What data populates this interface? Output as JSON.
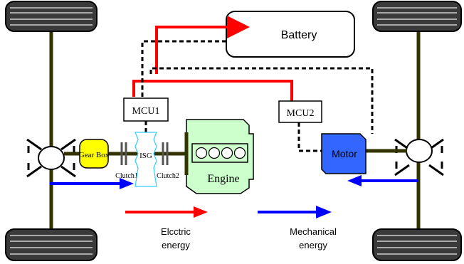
{
  "components": {
    "battery": "Battery",
    "mcu1": "MCU1",
    "mcu2": "MCU2",
    "gear_box": "Gear Box",
    "isg": "ISG",
    "clutch1": "Clutch1",
    "clutch2": "Clutch2",
    "engine": "Engine",
    "motor": "Motor"
  },
  "legend": {
    "electric": {
      "line1": "Elcctric",
      "line2": "energy",
      "color": "#ff0000"
    },
    "mechanical": {
      "line1": "Mechanical",
      "line2": "energy",
      "color": "#0000ff"
    }
  },
  "colors": {
    "electric_path": "#ff0000",
    "mechanical_flow": "#0000ff",
    "signal_path": "#000000",
    "gear_box_fill": "#ffff00",
    "engine_fill": "#ccffcc",
    "motor_fill": "#3366ff",
    "isg_outline": "#33ccff",
    "shaft": "#333300",
    "tire": "#3a3a3a"
  }
}
